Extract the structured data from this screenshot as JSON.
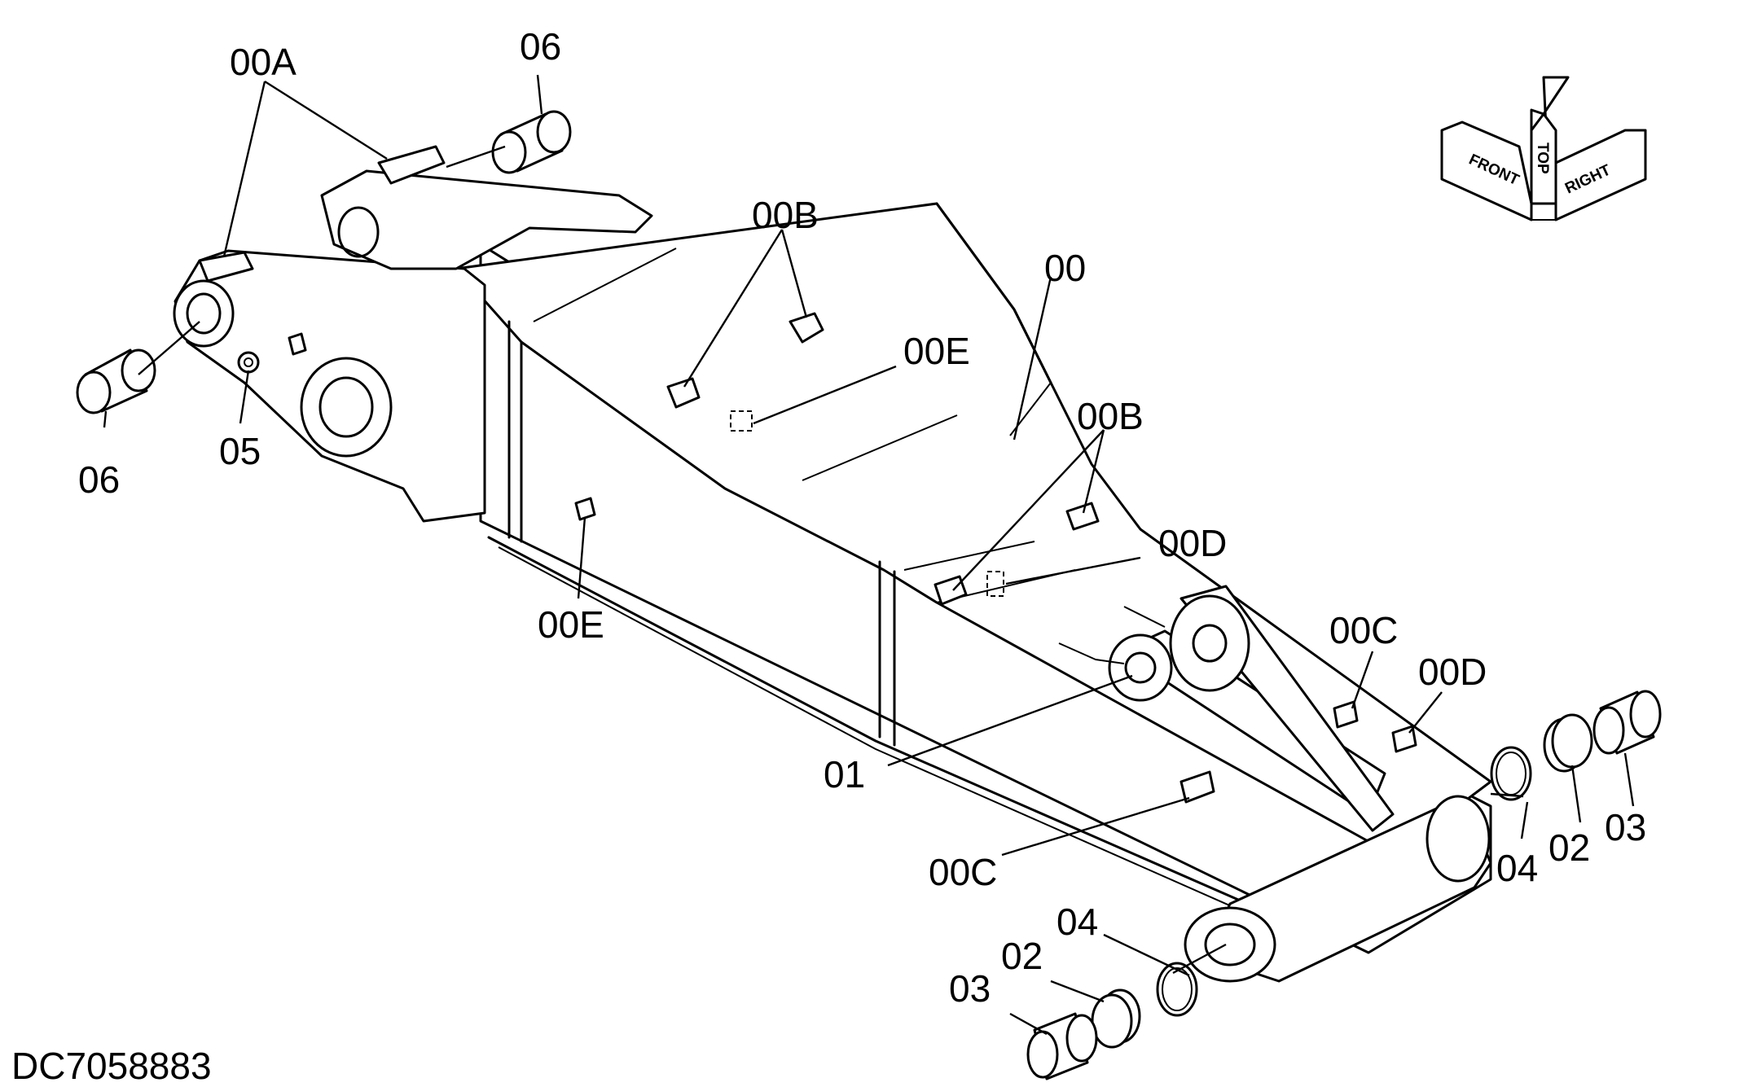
{
  "drawing_code": "DC7058883",
  "orientation": {
    "front": "FRONT",
    "top": "TOP",
    "right": "RIGHT"
  },
  "callouts": {
    "c00": "00",
    "c00A": "00A",
    "c00B_1": "00B",
    "c00B_2": "00B",
    "c00C_1": "00C",
    "c00C_2": "00C",
    "c00D_1": "00D",
    "c00D_2": "00D",
    "c00E_1": "00E",
    "c00E_2": "00E",
    "c01": "01",
    "c02_1": "02",
    "c02_2": "02",
    "c03_1": "03",
    "c03_2": "03",
    "c04_1": "04",
    "c04_2": "04",
    "c05": "05",
    "c06_1": "06",
    "c06_2": "06"
  }
}
